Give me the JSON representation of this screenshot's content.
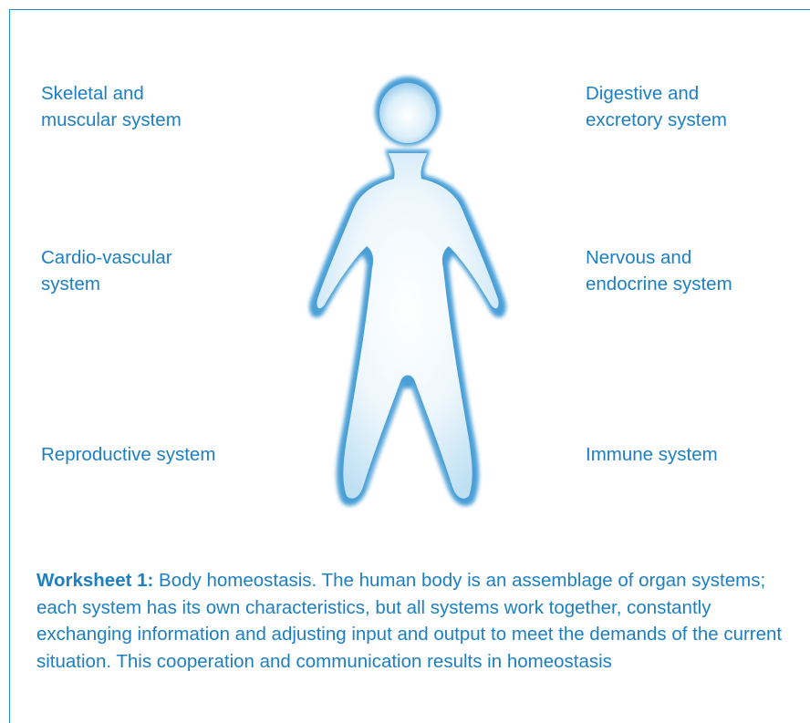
{
  "labels": {
    "left_top": [
      "Skeletal and",
      "muscular system"
    ],
    "left_middle": [
      "Cardio-vascular",
      "system"
    ],
    "left_bottom": [
      "Reproductive system"
    ],
    "right_top": [
      "Digestive and",
      "excretory system"
    ],
    "right_middle": [
      "Nervous and",
      "endocrine system"
    ],
    "right_bottom": [
      "Immune system"
    ]
  },
  "caption": {
    "lead": "Worksheet 1:",
    "text": " Body homeostasis. The human body is an assemblage of organ systems; each system has its own characteristics, but all systems work together, constantly exchanging information and adjusting input and output to meet the demands of the current situation. This cooperation and communication results in homeostasis"
  },
  "figure": {
    "icon": "human-figure-icon",
    "fill_color": "#bfe0f3",
    "edge_color": "#2b8fd0"
  }
}
